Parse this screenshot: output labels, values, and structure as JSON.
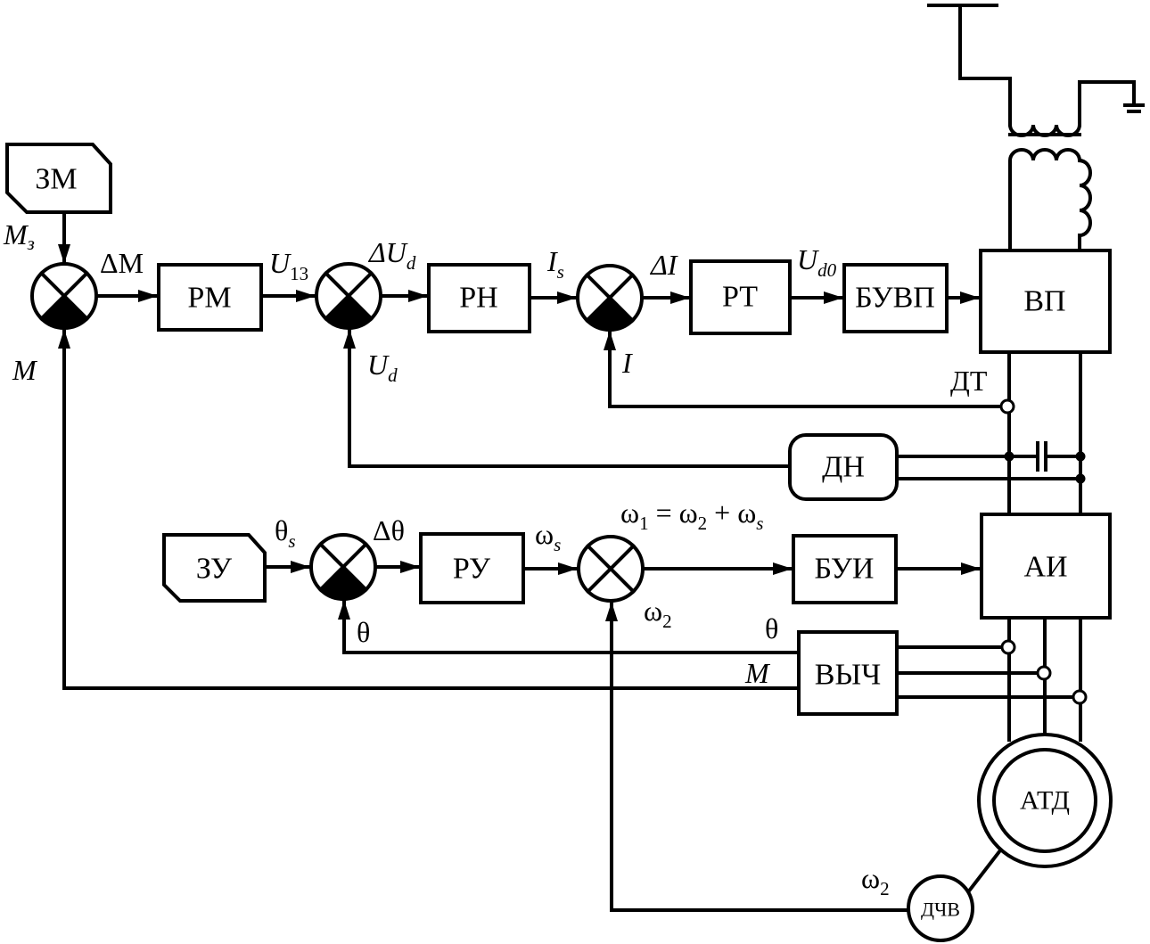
{
  "blocks": {
    "zm": "ЗМ",
    "rm": "РМ",
    "rn": "РН",
    "rt": "РТ",
    "buvp": "БУВП",
    "vp": "ВП",
    "dn": "ДН",
    "zu": "ЗУ",
    "ru": "РУ",
    "bui": "БУИ",
    "ai": "АИ",
    "vych": "ВЫЧ",
    "atd": "АТД",
    "dchv": "ДЧВ"
  },
  "signals": {
    "m_z": "M",
    "m_z_sub": "з",
    "delta_m": "ΔM",
    "m_left": "M",
    "u13": "U",
    "u13_sub": "13",
    "delta_ud": "ΔU",
    "delta_ud_sub": "d",
    "ud": "U",
    "ud_sub": "d",
    "is": "I",
    "is_sub": "s",
    "delta_i": "ΔI",
    "i": "I",
    "ud0": "U",
    "ud0_sub": "d0",
    "dt": "ДТ",
    "theta_s": "θ",
    "theta_s_sub": "s",
    "delta_theta": "Δθ",
    "theta_fb": "θ",
    "omega_s": "ω",
    "omega_s_sub": "s",
    "omega_eq_1": "ω",
    "omega_eq_1_sub": "1",
    "omega_eq_2": " = ω",
    "omega_eq_2_sub": "2",
    "omega_eq_3": " + ω",
    "omega_eq_3_sub": "s",
    "omega2": "ω",
    "omega2_sub": "2",
    "theta_vych": "θ",
    "m_vych": "M",
    "omega2_dchv": "ω",
    "omega2_dchv_sub": "2"
  }
}
